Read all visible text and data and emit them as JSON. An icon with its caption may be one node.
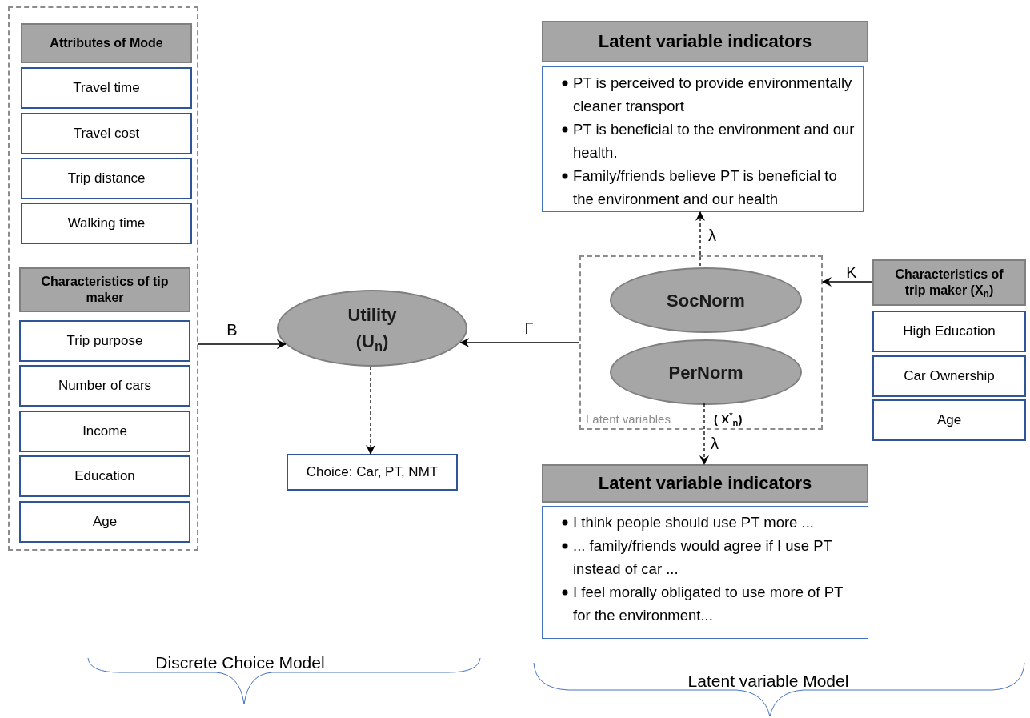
{
  "diagram": {
    "nodes": [
      {
        "text": [],
        "shape": "box"
      },
      {
        "text": [
          "Attributes of Mode"
        ],
        "in": 0
      },
      {
        "text": [
          "Travel time"
        ],
        "in": 0
      },
      {
        "text": [
          "Travel cost"
        ],
        "in": 0
      },
      {
        "text": [
          "Trip distance"
        ],
        "in": 0
      },
      {
        "text": [
          "Walking time"
        ],
        "in": 0
      },
      {
        "text": [
          "Characteristics of tip maker"
        ],
        "in": 0
      },
      {
        "text": [
          "Trip purpose"
        ],
        "in": 0
      },
      {
        "text": [
          "Number of cars"
        ],
        "in": 0
      },
      {
        "text": [
          "Income"
        ],
        "in": 0
      },
      {
        "text": [
          "Education"
        ],
        "in": 0
      },
      {
        "text": [
          "Age"
        ],
        "in": 0
      },
      {
        "text": [
          "Utility (U$_{n}$)"
        ]
      },
      {
        "text": [
          "Choice: Car, PT, NMT"
        ]
      },
      {
        "text": [
          "Latent variables"
        ],
        "beside": [
          "( X$^{*}$$_{n}$)"
        ]
      },
      {
        "text": [
          "SocNorm"
        ],
        "in": 14
      },
      {
        "text": [
          "PerNorm"
        ],
        "in": 14
      },
      {
        "text": [
          "Latent variable indicators"
        ]
      },
      {
        "text": [
          "PT is perceived to provide environmentally cleaner transport",
          "PT is beneficial to the environment and our health.",
          "Family/friends believe PT is beneficial to the environment and our health"
        ]
      },
      {
        "text": [
          "Characteristics of trip maker (X$_{n}$)"
        ]
      },
      {
        "text": [
          "High Education"
        ]
      },
      {
        "text": [
          "Car Ownership"
        ]
      },
      {
        "text": [
          "Age"
        ]
      },
      {
        "text": [
          "Latent variable indicators"
        ]
      },
      {
        "text": [
          "I think people should use PT more ...",
          "... family/friends would agree if I use PT instead of car ...",
          "I feel morally obligated to use more of PT for the environment..."
        ]
      }
    ],
    "edges": [
      {
        "from": 0,
        "to": 12,
        "arrow": "to",
        "label": "B"
      },
      {
        "from": 14,
        "to": 12,
        "arrow": "to",
        "label": "Γ"
      },
      {
        "from": 12,
        "to": 13,
        "arrow": "to",
        "style": "dashed"
      },
      {
        "from": 15,
        "to": 18,
        "arrow": "to",
        "style": "dashed",
        "label": "λ"
      },
      {
        "from": 16,
        "to": 23,
        "arrow": "to",
        "style": "dashed",
        "label": "λ"
      },
      {
        "from": 19,
        "to": 14,
        "arrow": "to",
        "label": "K"
      }
    ],
    "labels": [
      "Discrete Choice Model",
      "Latent variable Model"
    ]
  }
}
